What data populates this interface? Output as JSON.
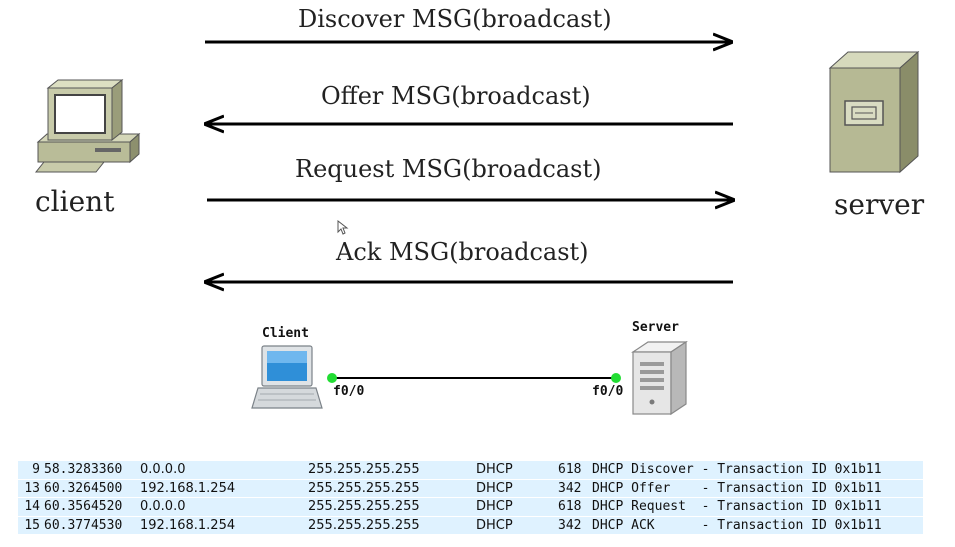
{
  "diagram": {
    "nodes": {
      "client_label": "client",
      "server_label": "server"
    },
    "messages": [
      {
        "label": "Discover MSG(broadcast)",
        "direction": "to-server"
      },
      {
        "label": "Offer MSG(broadcast)",
        "direction": "to-client"
      },
      {
        "label": "Request MSG(broadcast)",
        "direction": "to-server"
      },
      {
        "label": "Ack MSG(broadcast)",
        "direction": "to-client"
      }
    ]
  },
  "topology": {
    "client_label": "Client",
    "server_label": "Server",
    "client_port": "f0/0",
    "server_port": "f0/0",
    "link_dot_color": "#22dd33"
  },
  "packets": {
    "rows": [
      {
        "no": "9",
        "time": "58.3283360",
        "source": "0.0.0.0",
        "destination": "255.255.255.255",
        "protocol": "DHCP",
        "length": "618",
        "info": "DHCP Discover - Transaction ID 0x1b11"
      },
      {
        "no": "13",
        "time": "60.3264500",
        "source": "192.168.1.254",
        "destination": "255.255.255.255",
        "protocol": "DHCP",
        "length": "342",
        "info": "DHCP Offer    - Transaction ID 0x1b11"
      },
      {
        "no": "14",
        "time": "60.3564520",
        "source": "0.0.0.0",
        "destination": "255.255.255.255",
        "protocol": "DHCP",
        "length": "618",
        "info": "DHCP Request  - Transaction ID 0x1b11"
      },
      {
        "no": "15",
        "time": "60.3774530",
        "source": "192.168.1.254",
        "destination": "255.255.255.255",
        "protocol": "DHCP",
        "length": "342",
        "info": "DHCP ACK      - Transaction ID 0x1b11"
      }
    ],
    "row_color": "#dff2ff"
  },
  "icons": {
    "client": "desktop-computer-icon",
    "server": "tower-server-icon",
    "topo_client": "laptop-icon",
    "topo_server": "server-icon"
  }
}
